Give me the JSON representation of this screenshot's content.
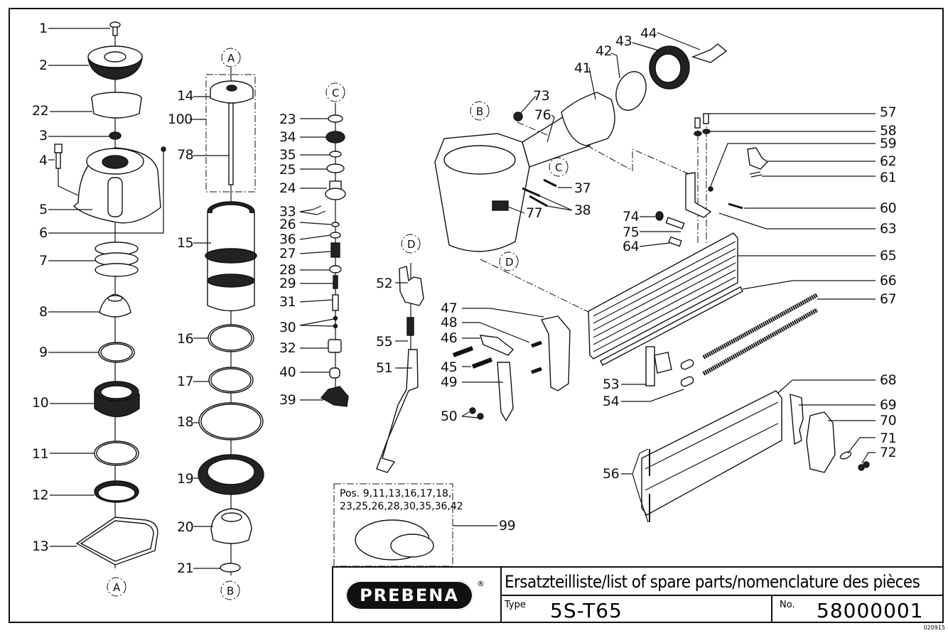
{
  "document": {
    "type": "Exploded view spare parts diagram",
    "brand": "PREBENA",
    "brand_mark": "®",
    "title": "Ersatzteilliste/list of spare parts/nomenclature des pièces",
    "type_label": "Type",
    "type_value": "5S-T65",
    "number_label": "No.",
    "number_value": "58000001",
    "revision_code": "020915"
  },
  "kit": {
    "number": "99",
    "line1": "Pos. 9,11,13,16,17,18,",
    "line2": "23,25,26,28,30,35,36,42"
  },
  "references": {
    "A": "A",
    "B": "B",
    "C": "C",
    "D": "D"
  },
  "callouts": {
    "p1": "1",
    "p2": "2",
    "p3": "3",
    "p4": "4",
    "p5": "5",
    "p6": "6",
    "p7": "7",
    "p8": "8",
    "p9": "9",
    "p10": "10",
    "p11": "11",
    "p12": "12",
    "p13": "13",
    "p14": "14",
    "p15": "15",
    "p16": "16",
    "p17": "17",
    "p18": "18",
    "p19": "19",
    "p20": "20",
    "p21": "21",
    "p22": "22",
    "p23": "23",
    "p24": "24",
    "p25": "25",
    "p26": "26",
    "p27": "27",
    "p28": "28",
    "p29": "29",
    "p30": "30",
    "p31": "31",
    "p32": "32",
    "p33": "33",
    "p34": "34",
    "p35": "35",
    "p36": "36",
    "p37": "37",
    "p38": "38",
    "p39": "39",
    "p40": "40",
    "p41": "41",
    "p42": "42",
    "p43": "43",
    "p44": "44",
    "p45": "45",
    "p46": "46",
    "p47": "47",
    "p48": "48",
    "p49": "49",
    "p50": "50",
    "p51": "51",
    "p52": "52",
    "p53": "53",
    "p54": "54",
    "p55": "55",
    "p56": "56",
    "p57": "57",
    "p58": "58",
    "p59": "59",
    "p60": "60",
    "p61": "61",
    "p62": "62",
    "p63": "63",
    "p64": "64",
    "p65": "65",
    "p66": "66",
    "p67": "67",
    "p68": "68",
    "p69": "69",
    "p70": "70",
    "p71": "71",
    "p72": "72",
    "p73": "73",
    "p74": "74",
    "p75": "75",
    "p76": "76",
    "p77": "77",
    "p78": "78",
    "p99": "99",
    "p100": "100"
  }
}
